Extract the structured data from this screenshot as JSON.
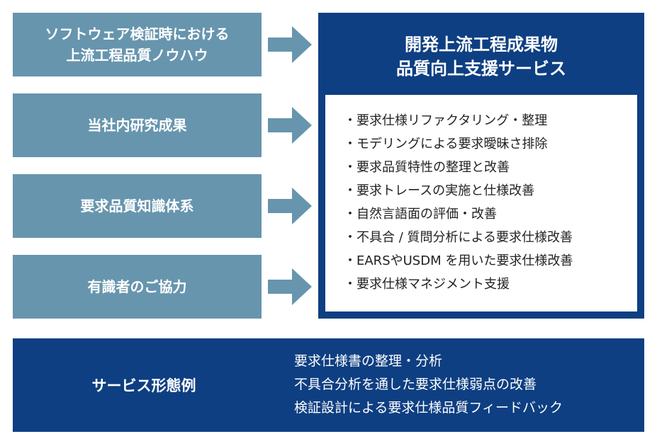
{
  "inputs": [
    {
      "lines": [
        "ソフトウェア検証時における",
        "上流工程品質ノウハウ"
      ]
    },
    {
      "lines": [
        "当社内研究成果"
      ]
    },
    {
      "lines": [
        "要求品質知識体系"
      ]
    },
    {
      "lines": [
        "有識者のご協力"
      ]
    }
  ],
  "service": {
    "title_lines": [
      "開発上流工程成果物",
      "品質向上支援サービス"
    ],
    "items": [
      "要求仕様リファクタリング・整理",
      "モデリングによる要求曖昧さ排除",
      "要求品質特性の整理と改善",
      "要求トレースの実施と仕様改善",
      "自然言語面の評価・改善",
      "不具合 / 質問分析による要求仕様改善",
      "EARSやUSDM を用いた要求仕様改善",
      "要求仕様マネジメント支援"
    ]
  },
  "examples": {
    "label": "サービス形態例",
    "items": [
      "要求仕様書の整理・分析",
      "不具合分析を通した要求仕様弱点の改善",
      "検証設計による要求仕様品質フィードバック"
    ]
  },
  "colors": {
    "input_box": "#6795ae",
    "arrow": "#6795ae",
    "panel": "#0e3f82",
    "list_text": "#222222"
  }
}
